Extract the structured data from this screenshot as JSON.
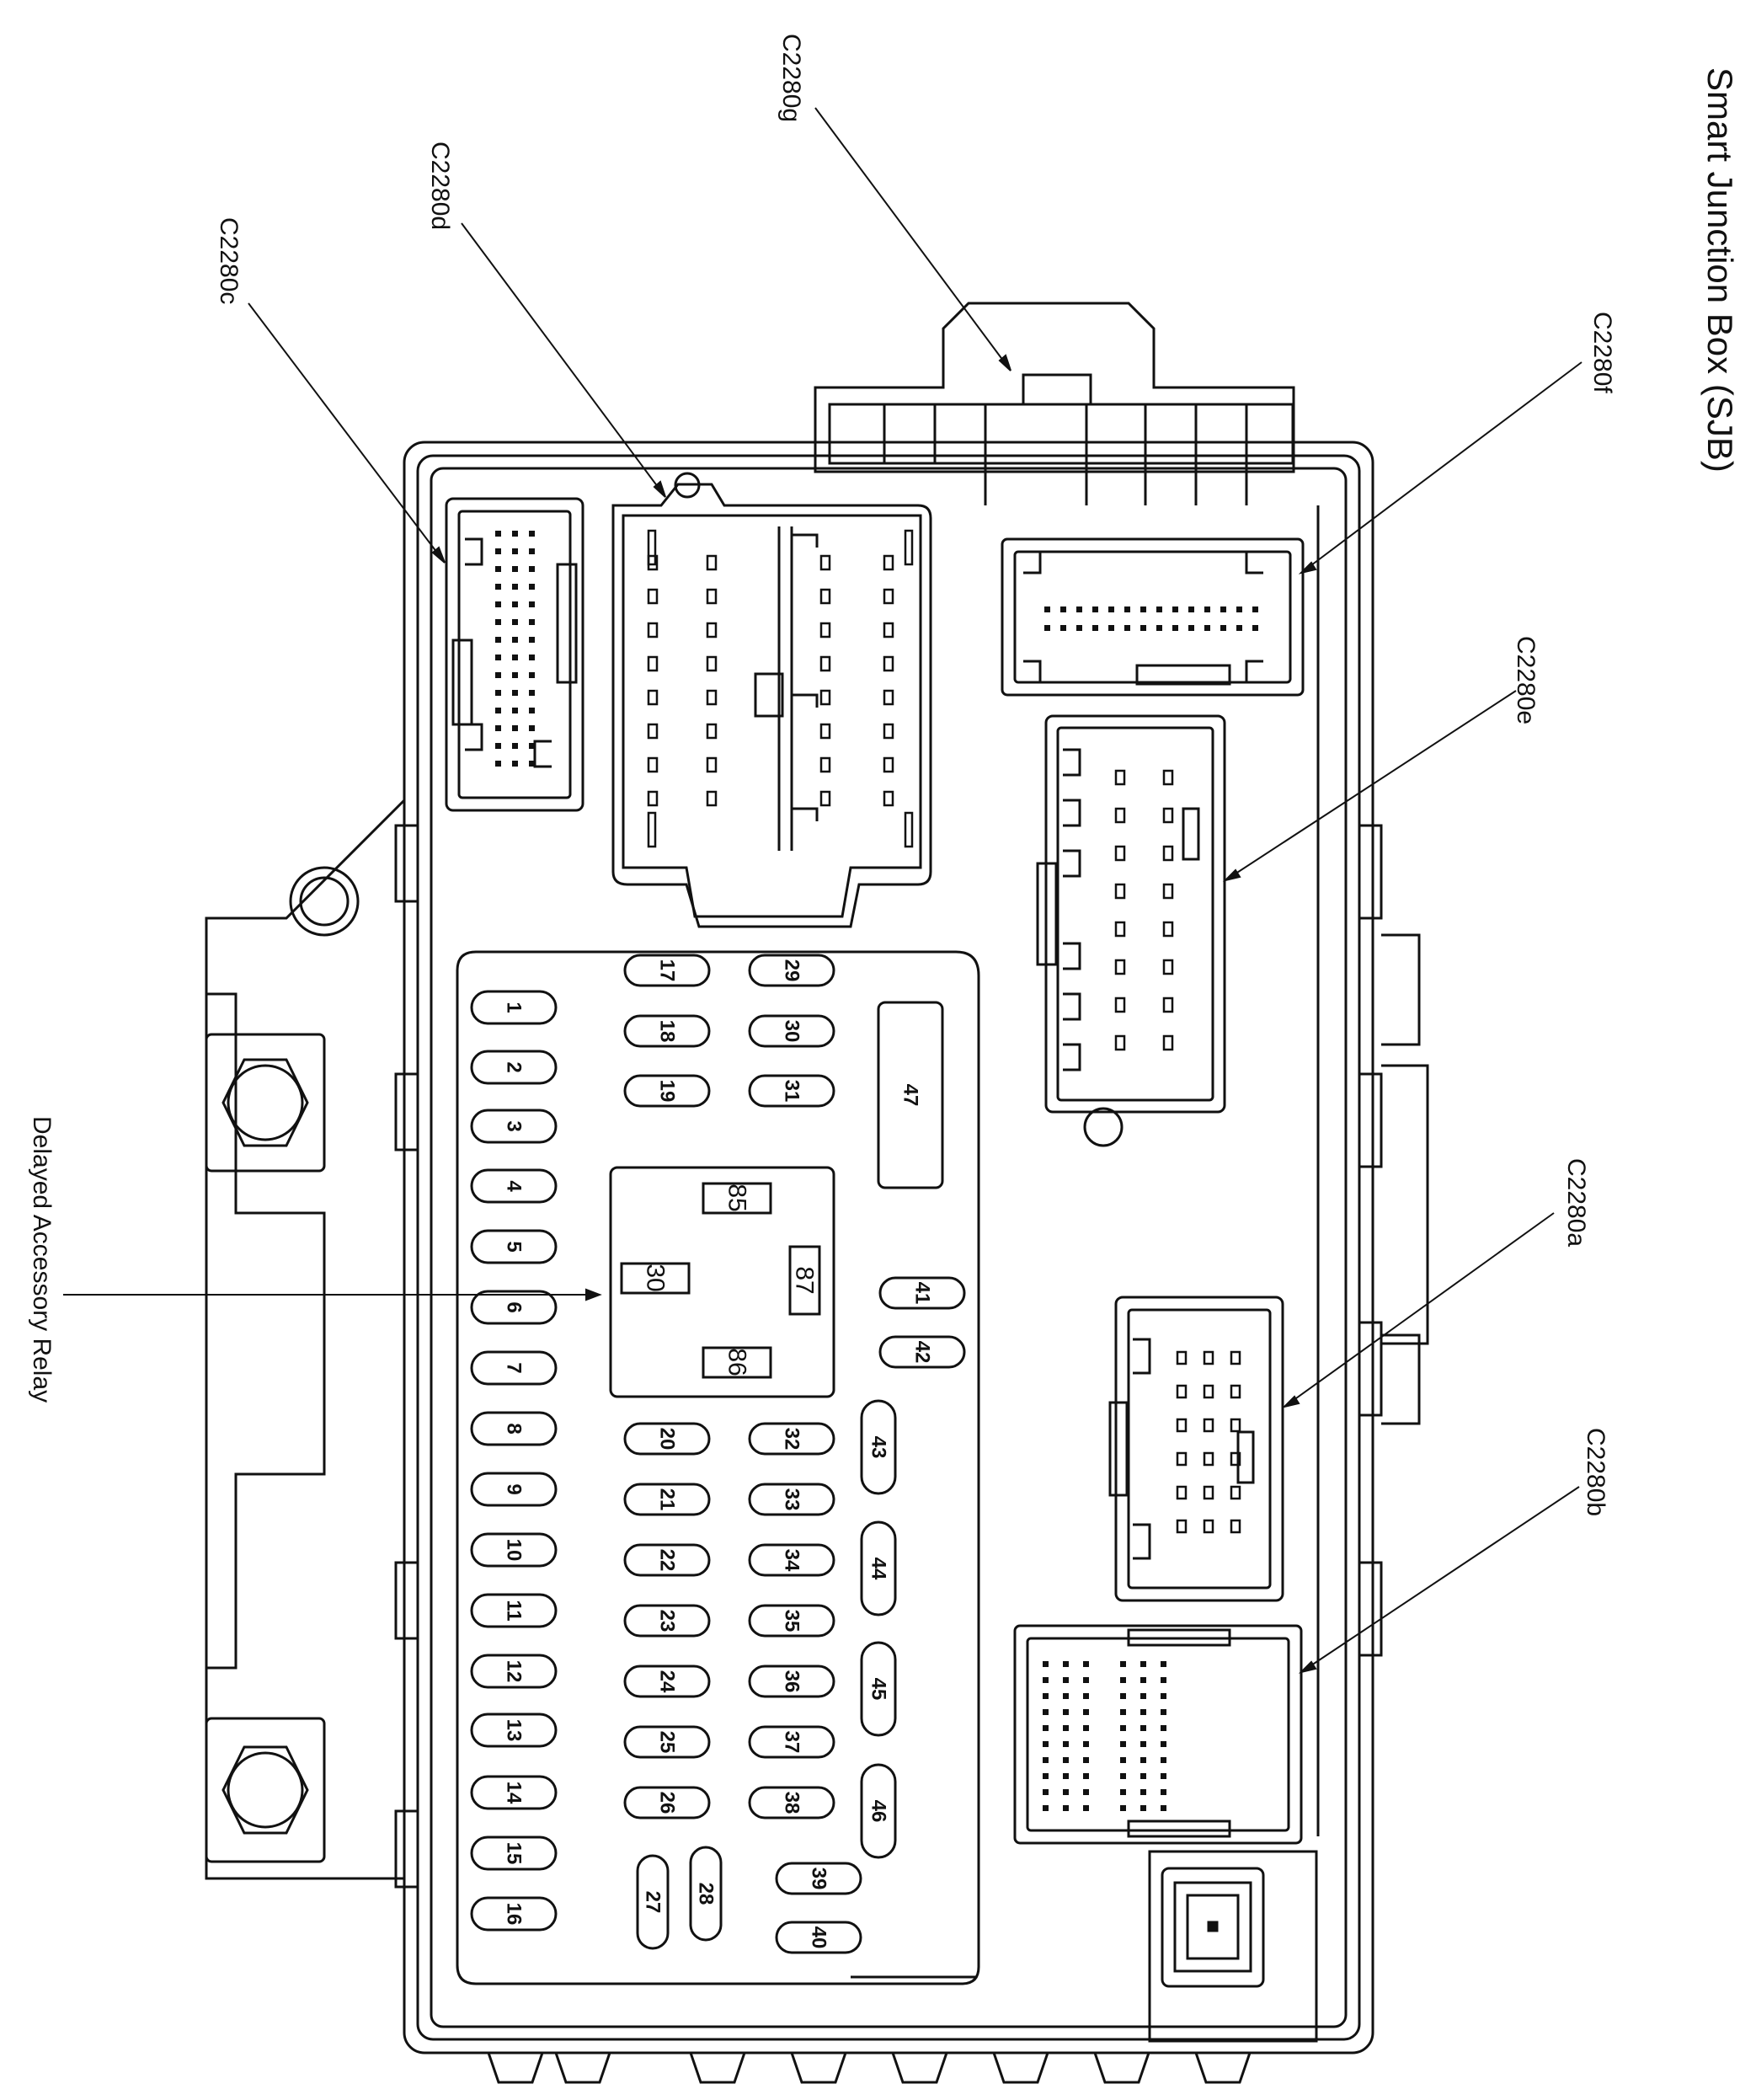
{
  "title": "Smart Junction Box (SJB)",
  "connectors": {
    "c2280a": "C2280a",
    "c2280b": "C2280b",
    "c2280c": "C2280c",
    "c2280d": "C2280d",
    "c2280e": "C2280e",
    "c2280f": "C2280f",
    "c2280g": "C2280g"
  },
  "relay": {
    "label": "Delayed Accessory Relay",
    "pins": {
      "p85": "85",
      "p30": "30",
      "p87": "87",
      "p86": "86"
    }
  },
  "fuses": {
    "f1": "1",
    "f2": "2",
    "f3": "3",
    "f4": "4",
    "f5": "5",
    "f6": "6",
    "f7": "7",
    "f8": "8",
    "f9": "9",
    "f10": "10",
    "f11": "11",
    "f12": "12",
    "f13": "13",
    "f14": "14",
    "f15": "15",
    "f16": "16",
    "f17": "17",
    "f18": "18",
    "f19": "19",
    "f20": "20",
    "f21": "21",
    "f22": "22",
    "f23": "23",
    "f24": "24",
    "f25": "25",
    "f26": "26",
    "f27": "27",
    "f28": "28",
    "f29": "29",
    "f30": "30",
    "f31": "31",
    "f32": "32",
    "f33": "33",
    "f34": "34",
    "f35": "35",
    "f36": "36",
    "f37": "37",
    "f38": "38",
    "f39": "39",
    "f40": "40",
    "f41": "41",
    "f42": "42",
    "f43": "43",
    "f44": "44",
    "f45": "45",
    "f46": "46",
    "f47": "47"
  },
  "colors": {
    "line": "#111111",
    "background": "#ffffff"
  }
}
